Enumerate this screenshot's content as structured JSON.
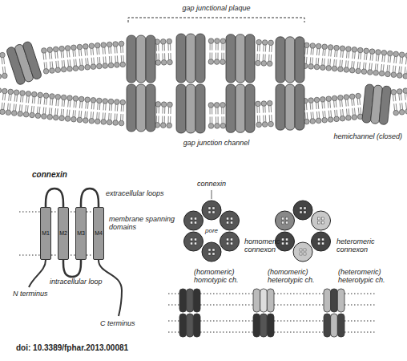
{
  "diagram": {
    "nodes": [
      {
        "text": [
          "M1"
        ]
      },
      {
        "text": [
          "M2"
        ]
      },
      {
        "text": [
          "M3"
        ]
      },
      {
        "text": [
          "M4"
        ]
      }
    ],
    "edges": [
      {
        "from": 0,
        "to": 1,
        "arrow": "none"
      },
      {
        "from": 1,
        "to": 2,
        "arrow": "none"
      },
      {
        "from": 2,
        "to": 3,
        "arrow": "none"
      }
    ],
    "labels": [
      "gap junctional plaque",
      "gap junction channel",
      "hemichannel (closed)",
      "connexin",
      "extracellular loops",
      "membrane spanning domains",
      "intracellular loop",
      "N terminus",
      "C terminus",
      "connexin",
      "pore",
      "homomeric connexon",
      "heteromeric connexon",
      "(homomeric) homotypic ch.",
      "(homomeric) heterotypic ch.",
      "(heteromeric) heterotypic ch.",
      "doi: 10.3389/fphar.2013.00081"
    ]
  }
}
